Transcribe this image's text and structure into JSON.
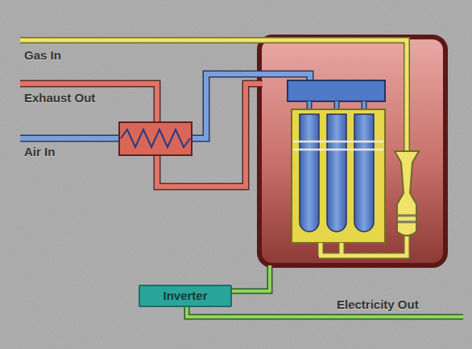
{
  "diagram": {
    "nodes": [
      {
        "text": [
          "Inverter"
        ]
      }
    ],
    "labels": [
      "Gas In",
      "Exhaust Out",
      "Air In",
      "Electricity Out"
    ]
  }
}
